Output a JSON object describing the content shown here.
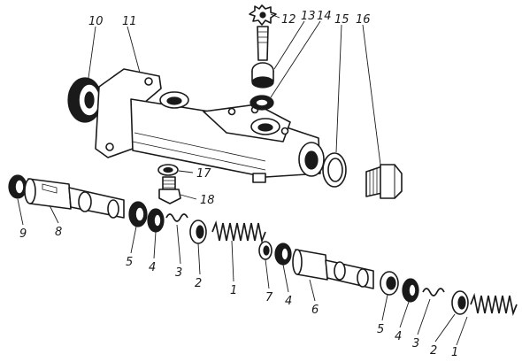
{
  "callouts": {
    "c10": "10",
    "c11": "11",
    "c12": "12",
    "c13": "13",
    "c14": "14",
    "c15": "15",
    "c16": "16",
    "c17": "17",
    "c18": "18",
    "c9": "9",
    "c8": "8",
    "c5a": "5",
    "c4a": "4",
    "c3a": "3",
    "c2a": "2",
    "c1a": "1",
    "c7": "7",
    "c4b": "4",
    "c6": "6",
    "c5b": "5",
    "c4c": "4",
    "c3b": "3",
    "c2b": "2",
    "c1b": "1"
  }
}
